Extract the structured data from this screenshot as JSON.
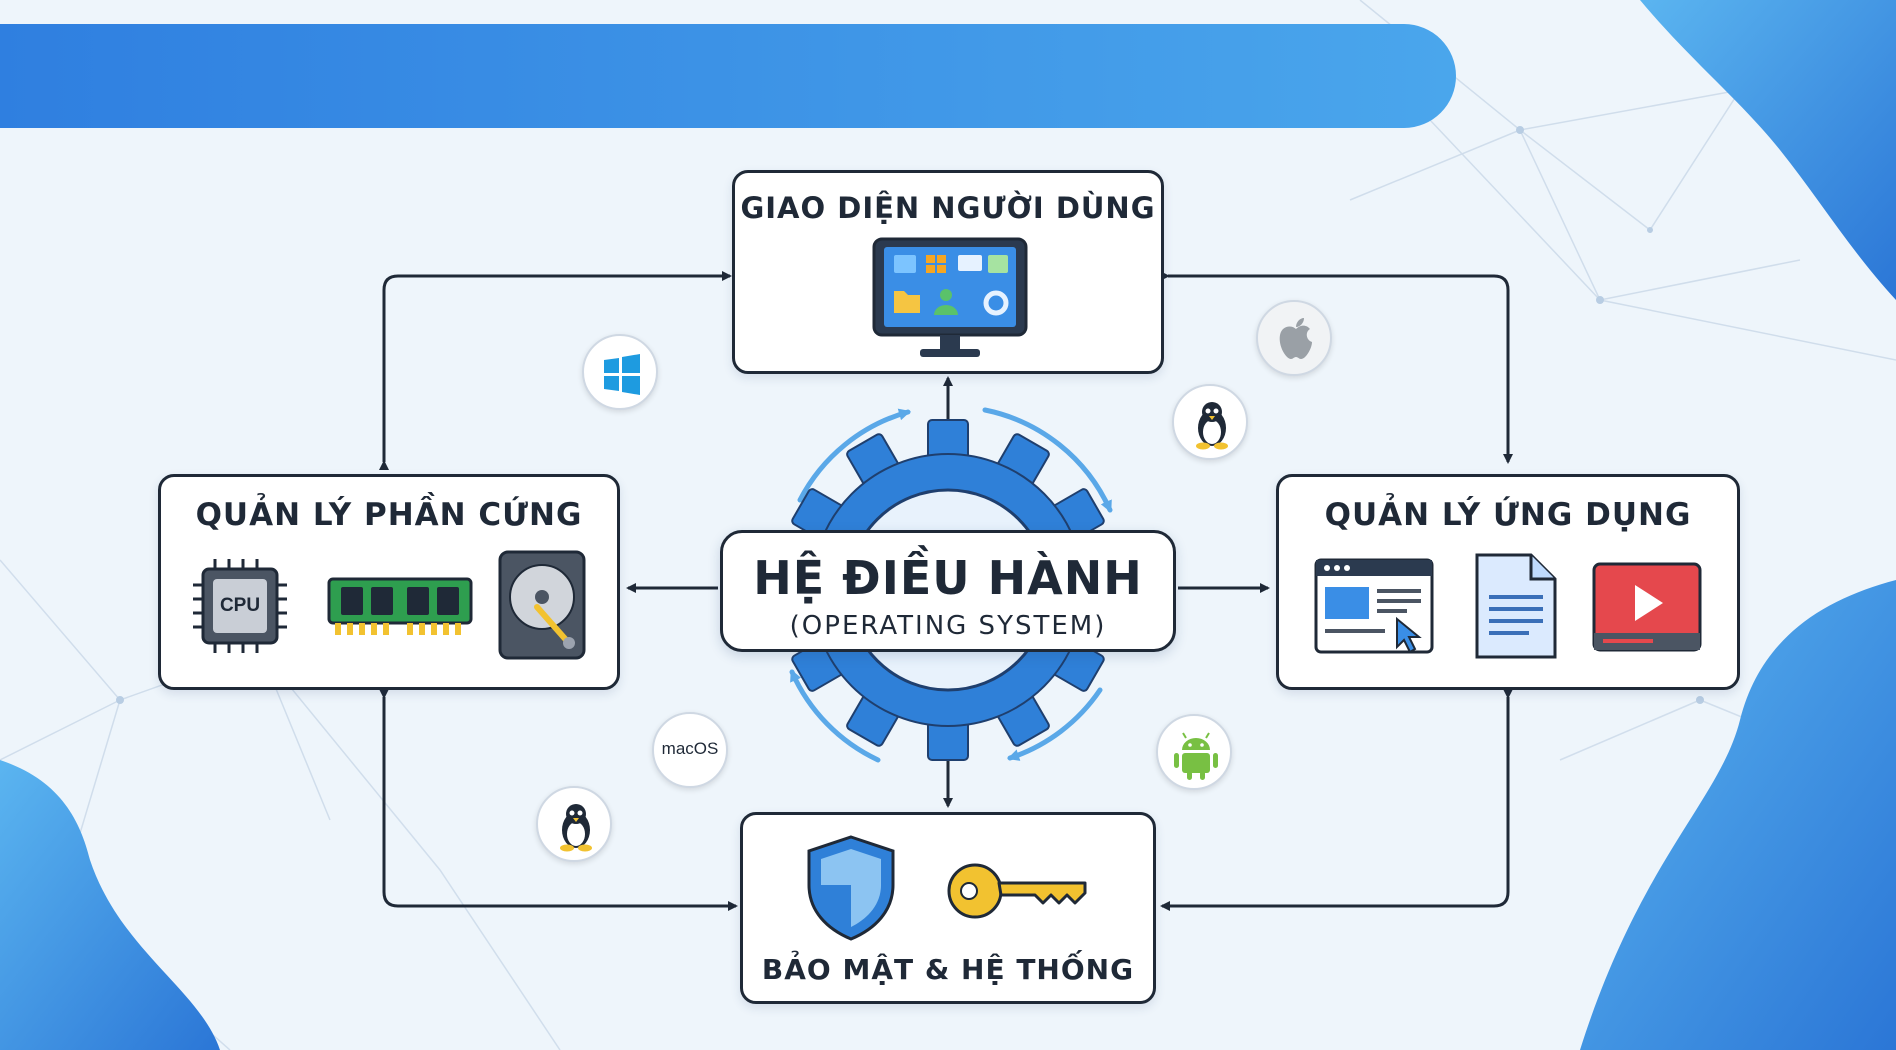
{
  "center": {
    "title": "HỆ ĐIỀU HÀNH",
    "subtitle": "(OPERATING SYSTEM)"
  },
  "nodes": {
    "user_interface": {
      "title": "GIAO DIỆN NGƯỜI DÙNG"
    },
    "hardware": {
      "title": "QUẢN LÝ PHẦN CỨNG",
      "cpu_label": "CPU"
    },
    "applications": {
      "title": "QUẢN LÝ ỨNG DỤNG"
    },
    "security": {
      "title": "BẢO MẬT & HỆ THỐNG"
    }
  },
  "badges": {
    "macos_label": "macOS"
  },
  "colors": {
    "accent_blue": "#3b82f6",
    "gear_blue": "#2f80d8",
    "box_border": "#1f2937",
    "ram_green": "#2e9e4f",
    "video_red": "#e5484d",
    "key_yellow": "#f2c230",
    "android_green": "#78c043"
  },
  "icons": [
    "monitor-icon",
    "cpu-icon",
    "ram-icon",
    "hard-drive-icon",
    "browser-window-icon",
    "document-icon",
    "video-player-icon",
    "shield-icon",
    "key-icon",
    "gear-icon",
    "windows-logo-icon",
    "apple-logo-icon",
    "linux-logo-icon",
    "android-logo-icon"
  ]
}
